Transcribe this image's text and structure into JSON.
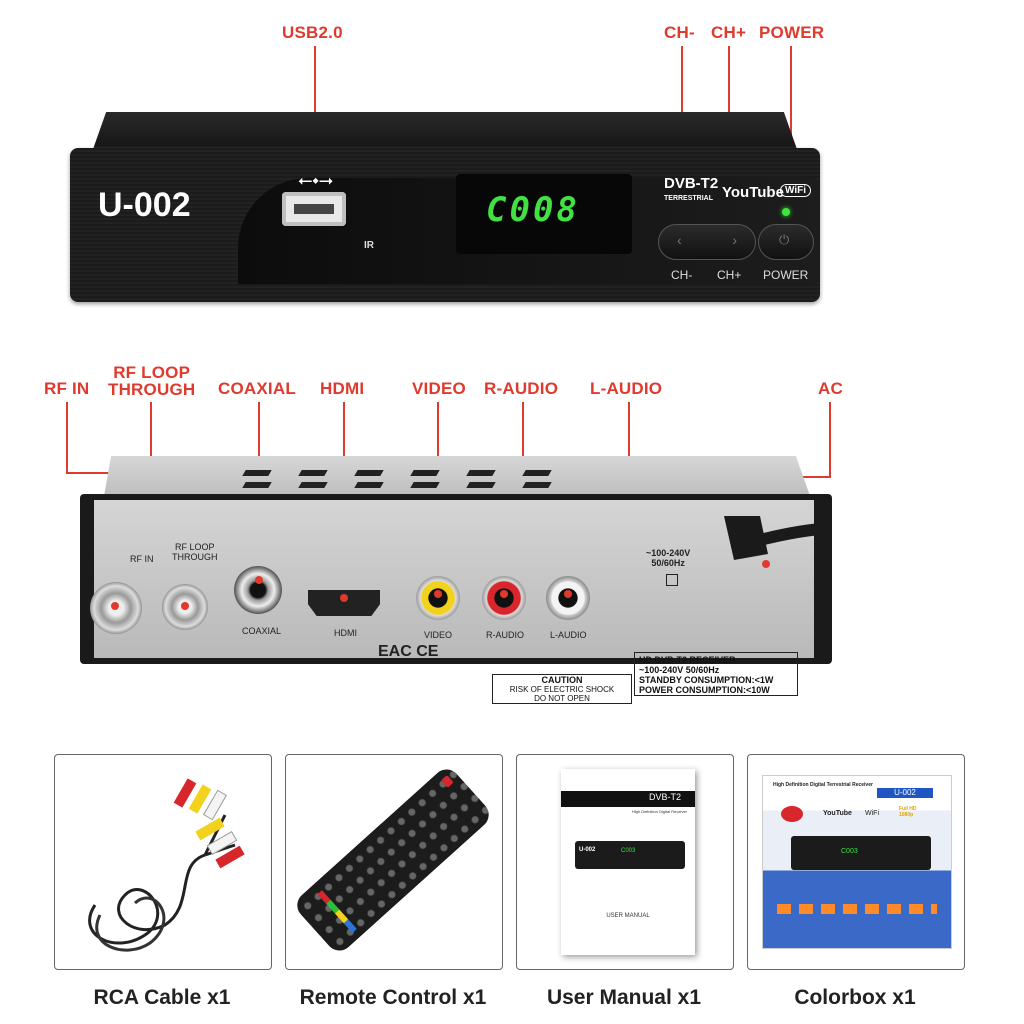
{
  "top_callouts": {
    "usb": "USB2.0",
    "ch_minus": "CH-",
    "ch_plus": "CH+",
    "power": "POWER"
  },
  "front_panel": {
    "model": "U-002",
    "ir_label": "IR",
    "display": "C008",
    "dvb_logo": "DVB-T2",
    "dvb_sub": "TERRESTRIAL",
    "youtube_logo": "YouTube",
    "wifi_logo": "WiFi",
    "ch_minus_label": "CH-",
    "ch_plus_label": "CH+",
    "power_label": "POWER"
  },
  "rear_callouts": {
    "rf_in": "RF IN",
    "rf_loop_line1": "RF LOOP",
    "rf_loop_line2": "THROUGH",
    "coaxial": "COAXIAL",
    "hdmi": "HDMI",
    "video": "VIDEO",
    "r_audio": "R-AUDIO",
    "l_audio": "L-AUDIO",
    "ac": "AC"
  },
  "rear_panel": {
    "rf_in": "RF IN",
    "rf_loop_line1": "RF LOOP",
    "rf_loop_line2": "THROUGH",
    "coaxial": "COAXIAL",
    "hdmi": "HDMI",
    "video": "VIDEO",
    "r_audio": "R-AUDIO",
    "l_audio": "L-AUDIO",
    "power_rating_line1": "~100-240V",
    "power_rating_line2": "50/60Hz",
    "info_line1": "HD DVB-T2 RECEIVER",
    "info_line2": "~100-240V 50/60Hz",
    "info_line3": "STANDBY CONSUMPTION:<1W",
    "info_line4": "POWER CONSUMPTION:<10W",
    "caution_title": "CAUTION",
    "caution_line1": "RISK OF ELECTRIC SHOCK",
    "caution_line2": "DO NOT OPEN",
    "cert_marks": "EAC CE"
  },
  "accessories": [
    {
      "label": "RCA Cable x1"
    },
    {
      "label": "Remote Control x1"
    },
    {
      "label": "User Manual x1"
    },
    {
      "label": "Colorbox x1"
    }
  ],
  "manual": {
    "header": "DVB-T2",
    "sub": "High Definition Digital Receiver",
    "model": "U-002",
    "display": "C003",
    "footer": "USER MANUAL"
  },
  "colorbox": {
    "title": "High Definition Digital Terrestrial Receiver",
    "model": "U-002",
    "youtube": "YouTube",
    "wifi": "WiFi",
    "fullhd": "Full HD 1080p",
    "display": "C003"
  },
  "colors": {
    "callout_red": "#e03a2f",
    "display_green": "#41e043"
  }
}
